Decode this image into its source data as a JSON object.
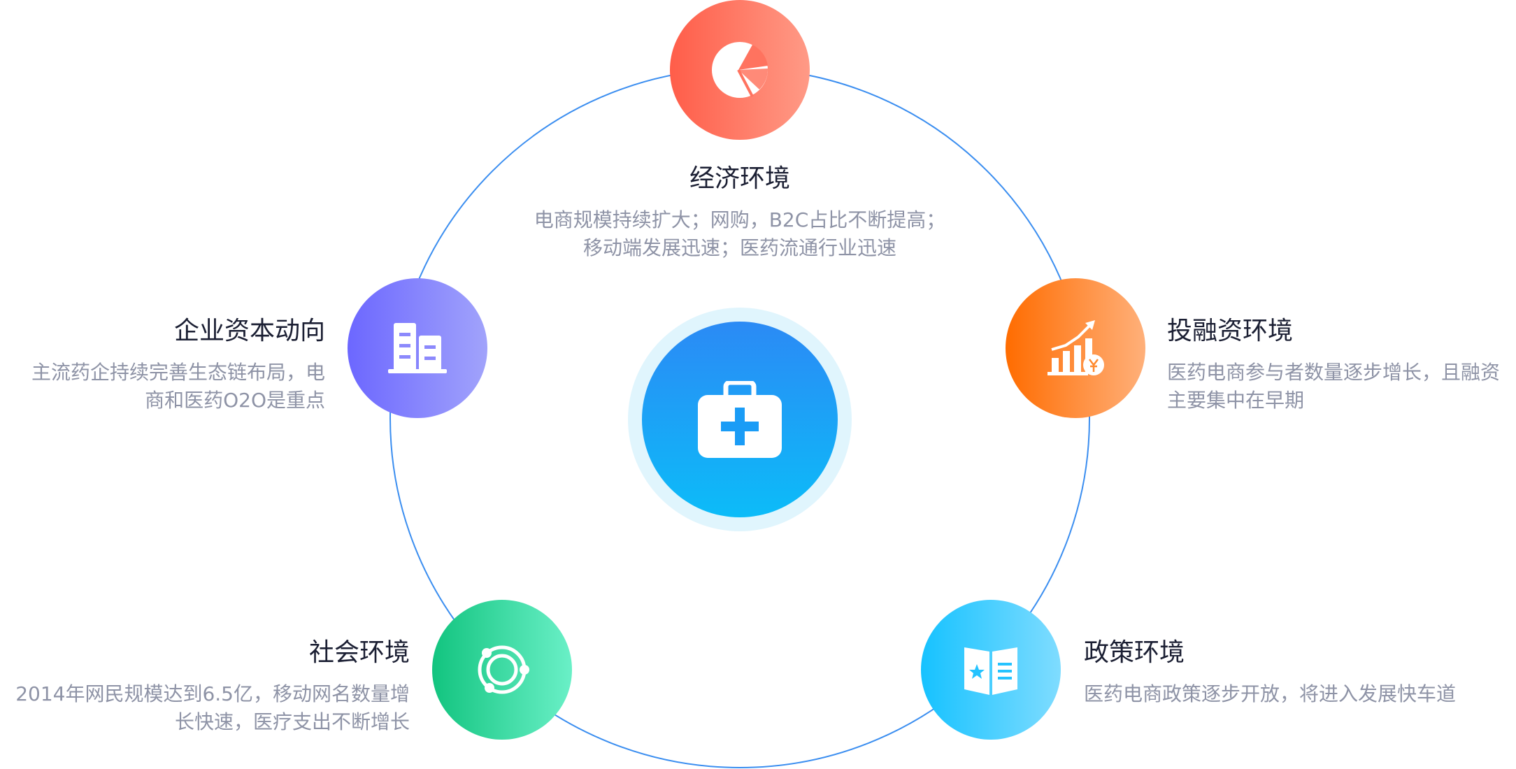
{
  "center": {
    "icon": "medical-kit-icon"
  },
  "segments": {
    "economy": {
      "title": "经济环境",
      "line1": "电商规模持续扩大；网购，B2C占比不断提高；",
      "line2": "移动端发展迅速；医药流通行业迅速",
      "icon": "pie-chart-icon",
      "color": "#ff6b55"
    },
    "capital": {
      "title": "企业资本动向",
      "line1": "主流药企持续完善生态链布局，电",
      "line2": "商和医药O2O是重点",
      "icon": "building-icon",
      "color": "#7e7bff"
    },
    "investment": {
      "title": "投融资环境",
      "line1": "医药电商参与者数量逐步增长，且融资",
      "line2": "主要集中在早期",
      "icon": "growth-chart-icon",
      "color": "#ff7a1a"
    },
    "society": {
      "title": "社会环境",
      "line1": "2014年网民规模达到6.5亿，移动网名数量增",
      "line2": "长快速，医疗支出不断增长",
      "icon": "orbit-icon",
      "color": "#1fd08f"
    },
    "policy": {
      "title": "政策环境",
      "line1": "医药电商政策逐步开放，将进入发展快车道",
      "icon": "policy-book-icon",
      "color": "#1ec8ff"
    }
  },
  "colors": {
    "ring": "#3b8ef0",
    "title": "#1b1f33",
    "text": "#8e93a6"
  }
}
